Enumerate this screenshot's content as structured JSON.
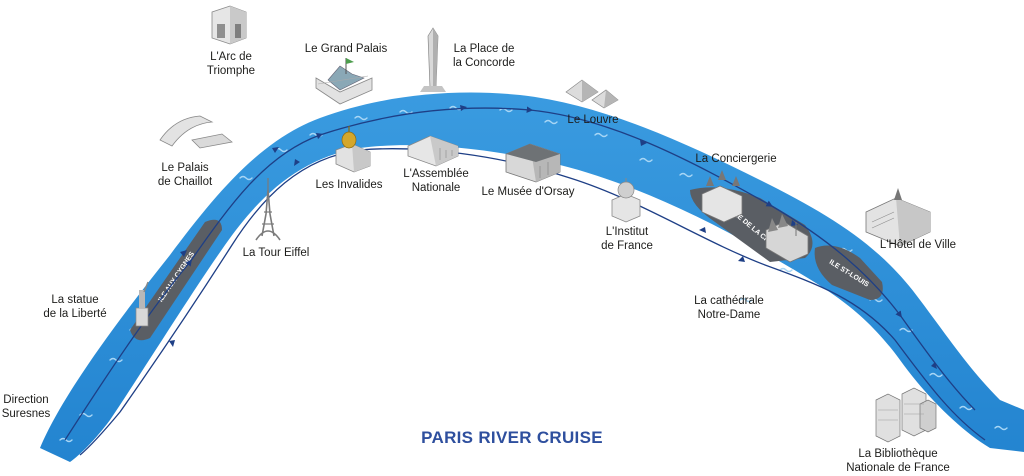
{
  "title": "PARIS RIVER CRUISE",
  "colors": {
    "river": "#2d8fd8",
    "river_light": "#5fb3ea",
    "route": "#1e3f86",
    "island": "#5a5e64",
    "title": "#2e4f9e",
    "monument": "#e6e6e6",
    "monument_shade": "#a9a9a9"
  },
  "islands": {
    "cygnes": "ILE AUX CYGNES",
    "cite": "ILE DE LA CITÉ",
    "st_louis": "ILE ST-LOUIS"
  },
  "landmarks": {
    "arc": "L'Arc de\nTriomphe",
    "grand_palais": "Le Grand Palais",
    "concorde": "La Place de\nla Concorde",
    "louvre": "Le Louvre",
    "chaillot": "Le Palais\nde Chaillot",
    "invalides": "Les Invalides",
    "assemblee": "L'Assemblée\nNationale",
    "orsay": "Le Musée d'Orsay",
    "conciergerie": "La Conciergerie",
    "institut": "L'Institut\nde France",
    "hotel_ville": "L'Hôtel de Ville",
    "eiffel": "La Tour Eiffel",
    "liberte": "La statue\nde la Liberté",
    "notre_dame": "La cathédrale\nNotre-Dame",
    "suresnes": "Direction\nSuresnes",
    "bibliotheque": "La Bibliothèque\nNationale de France"
  }
}
